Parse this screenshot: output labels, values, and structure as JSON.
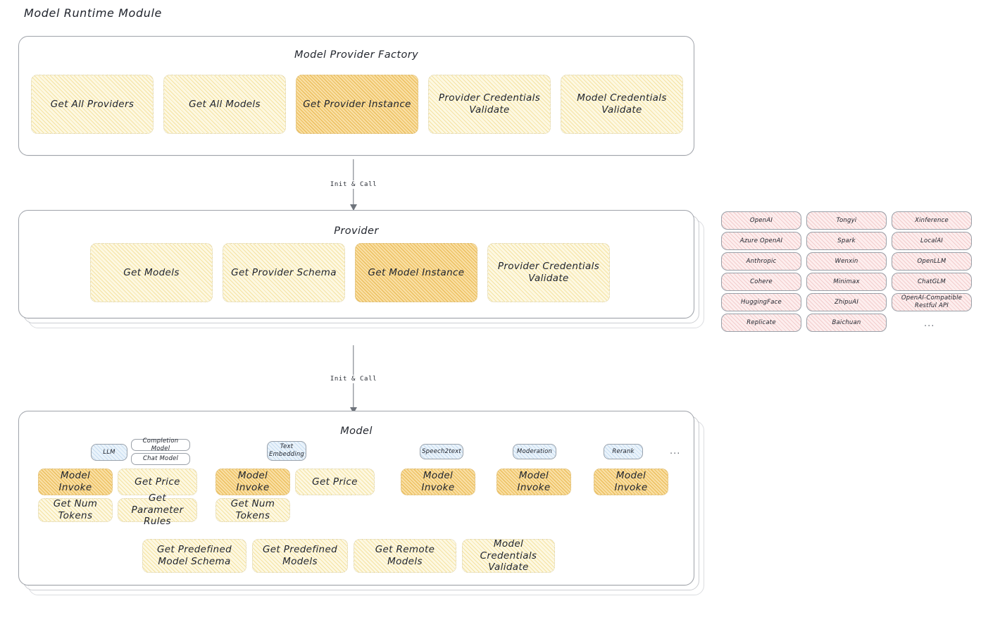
{
  "page": {
    "title": "Model Runtime Module"
  },
  "factory": {
    "title": "Model Provider Factory",
    "nodes": [
      {
        "label": "Get All Providers",
        "highlight": false
      },
      {
        "label": "Get All Models",
        "highlight": false
      },
      {
        "label": "Get Provider Instance",
        "highlight": true
      },
      {
        "label": "Provider Credentials Validate",
        "highlight": false
      },
      {
        "label": "Model Credentials Validate",
        "highlight": false
      }
    ]
  },
  "arrow1": {
    "label": "Init & Call"
  },
  "provider": {
    "title": "Provider",
    "nodes": [
      {
        "label": "Get Models",
        "highlight": false
      },
      {
        "label": "Get Provider Schema",
        "highlight": false
      },
      {
        "label": "Get Model Instance",
        "highlight": true
      },
      {
        "label": "Provider Credentials Validate",
        "highlight": false
      }
    ]
  },
  "provider_list": {
    "columns": [
      [
        "OpenAI",
        "Azure OpenAI",
        "Anthropic",
        "Cohere",
        "HuggingFace",
        "Replicate"
      ],
      [
        "Tongyi",
        "Spark",
        "Wenxin",
        "Minimax",
        "ZhipuAI",
        "Baichuan"
      ],
      [
        "Xinference",
        "LocalAI",
        "OpenLLM",
        "ChatGLM",
        "OpenAI-Compatible Restful API"
      ]
    ],
    "more": "..."
  },
  "arrow2": {
    "label": "Init & Call"
  },
  "model": {
    "title": "Model",
    "more_badge": "...",
    "types": [
      {
        "badge": "LLM",
        "sub_badges": [
          "Completion Model",
          "Chat Model"
        ],
        "methods": [
          {
            "label": "Model Invoke",
            "highlight": true
          },
          {
            "label": "Get Price",
            "highlight": false
          },
          {
            "label": "Get Num Tokens",
            "highlight": false
          },
          {
            "label": "Get Parameter Rules",
            "highlight": false
          }
        ]
      },
      {
        "badge": "Text Embedding",
        "sub_badges": [],
        "methods": [
          {
            "label": "Model Invoke",
            "highlight": true
          },
          {
            "label": "Get Price",
            "highlight": false
          },
          {
            "label": "Get Num Tokens",
            "highlight": false
          }
        ]
      },
      {
        "badge": "Speech2text",
        "sub_badges": [],
        "methods": [
          {
            "label": "Model Invoke",
            "highlight": true
          }
        ]
      },
      {
        "badge": "Moderation",
        "sub_badges": [],
        "methods": [
          {
            "label": "Model Invoke",
            "highlight": true
          }
        ]
      },
      {
        "badge": "Rerank",
        "sub_badges": [],
        "methods": [
          {
            "label": "Model Invoke",
            "highlight": true
          }
        ]
      }
    ],
    "common_methods": [
      "Get Predefined Model Schema",
      "Get Predefined Models",
      "Get Remote Models",
      "Model Credentials Validate"
    ]
  },
  "colors": {
    "cream": "#fdf8e2",
    "amber": "#f9dfa4",
    "rose": "#fdeeee",
    "blue": "#eaf3fb",
    "outline": "#9fa3aa"
  }
}
